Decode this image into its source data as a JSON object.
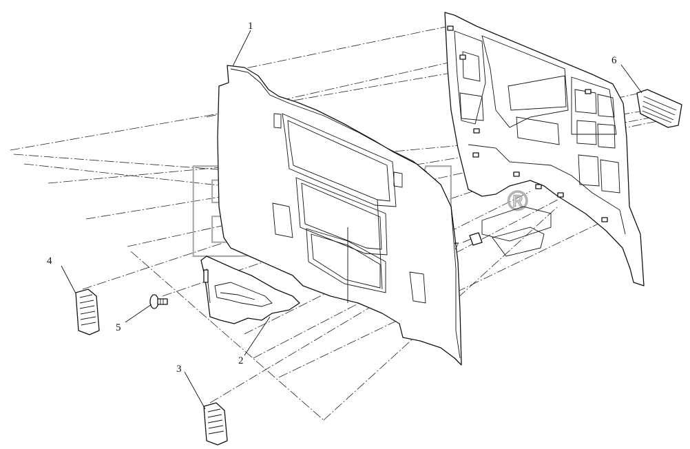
{
  "watermark": {
    "text": "BTM",
    "registered_mark": "®"
  },
  "callouts": [
    {
      "id": "1",
      "label": "1"
    },
    {
      "id": "2",
      "label": "2"
    },
    {
      "id": "3",
      "label": "3"
    },
    {
      "id": "4",
      "label": "4"
    },
    {
      "id": "5",
      "label": "5"
    },
    {
      "id": "6",
      "label": "6"
    },
    {
      "id": "7",
      "label": "7"
    }
  ]
}
